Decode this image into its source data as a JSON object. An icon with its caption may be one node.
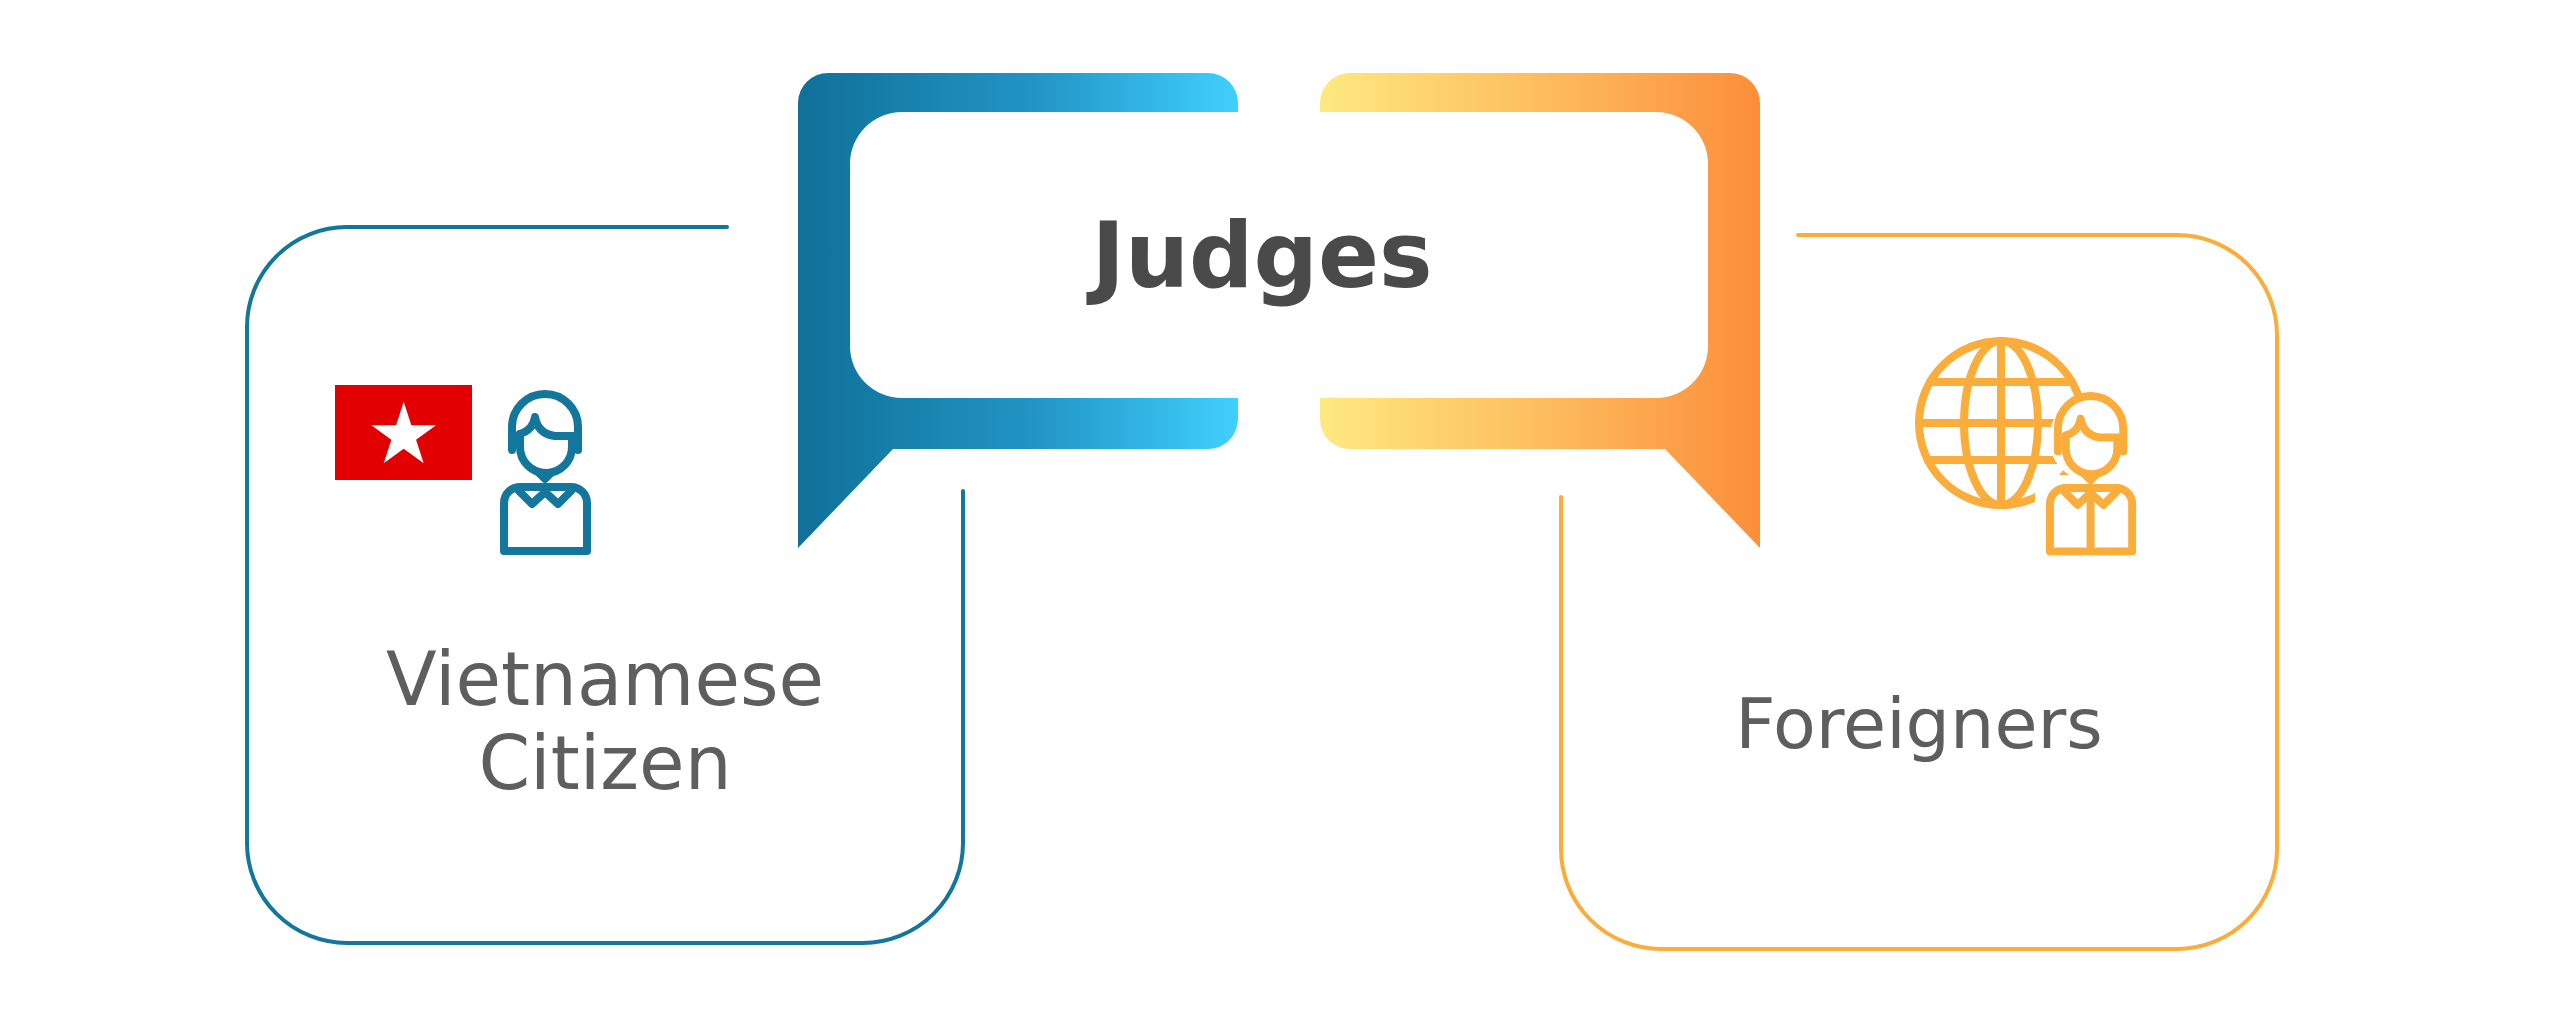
{
  "diagram": {
    "nodes": [
      {
        "text": [
          "Judges"
        ]
      },
      {
        "text": [
          "Vietnamese Citizen"
        ]
      },
      {
        "text": [
          "Foreigners"
        ]
      }
    ]
  }
}
